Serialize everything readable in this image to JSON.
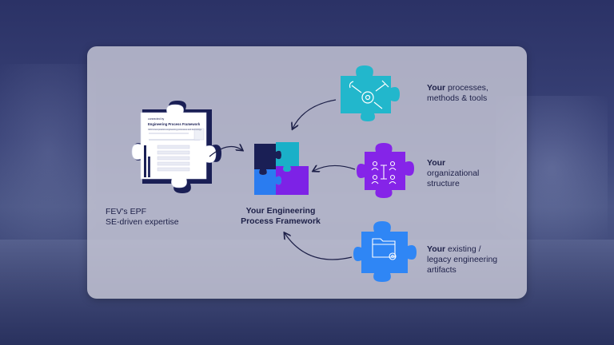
{
  "left_piece": {
    "mini_doc": {
      "brand": "connected by",
      "title": "Engineering Process Framework",
      "subtitle": "FEV's best practice engineering processes and knowledge"
    },
    "label_line1": "FEV's EPF",
    "label_line2": "SE-driven expertise"
  },
  "center": {
    "label_line1": "Your Engineering",
    "label_line2": "Process Framework",
    "piece_colors": [
      "#1a1f55",
      "#1ab0c8",
      "#2a7cf0",
      "#7d22e6"
    ]
  },
  "right_items": [
    {
      "icon": "tools-gear-icon",
      "color": "#22b7cc",
      "bold": "Your",
      "rest_line1": " processes,",
      "line2": "methods & tools",
      "line3": ""
    },
    {
      "icon": "org-chart-icon",
      "color": "#8524e8",
      "bold": "Your",
      "rest_line1": "",
      "line2": "organizational",
      "line3": "structure"
    },
    {
      "icon": "folder-gear-icon",
      "color": "#2f86f5",
      "bold": "Your",
      "rest_line1": " existing /",
      "line2": "legacy engineering",
      "line3": "artifacts"
    }
  ]
}
